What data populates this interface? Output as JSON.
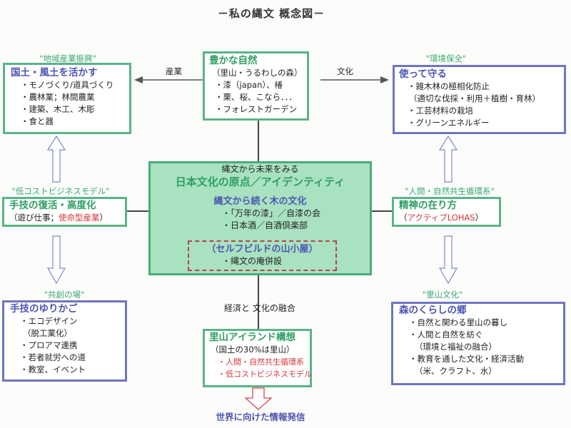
{
  "title": "－私の縄文 概念図－",
  "top_left": {
    "label": "\"地域産業振興\"",
    "heading": "国土・風土を活かす",
    "items": [
      "・モノづくり/道具づくり",
      "・農林業；林間農業",
      "・建築、木工、木彫",
      "・食と器"
    ]
  },
  "top_center": {
    "heading": "豊かな自然",
    "items": [
      "（里山・うるわしの森）",
      "・漆（japan）、椿",
      "・栗、桜、こなら．．．",
      "・フォレストガーデン"
    ]
  },
  "top_right": {
    "label": "\"環境保全\"",
    "heading": "使って守る",
    "items": [
      "・雑木林の極相化防止",
      "（適切な伐採・利用＋植樹・育林）",
      "・工芸材料の栽培",
      "・グリーンエネルギー"
    ]
  },
  "arrows": {
    "left_label": "産業",
    "right_label": "文化",
    "bottom_label": "経済と 文化の融合"
  },
  "mid_left": {
    "label": "\"低コストビジネスモデル\"",
    "heading": "手技の復活・高度化",
    "detail_prefix": "（遊び仕事；",
    "detail_red": "使命型産業",
    "detail_suffix": "）"
  },
  "center": {
    "subtitle": "縄文から未来をみる",
    "heading": "日本文化の原点／アイデンティティ",
    "section_heading": "縄文から続く木の文化",
    "items": [
      "・「万年の漆」／自漆の会",
      "・日本酒／自酒倶楽部"
    ],
    "dashed_heading": "（セルフビルドの山小屋）",
    "dashed_item": "・縄文の庵併設"
  },
  "mid_right": {
    "label": "\"人間・自然共生循環系\"",
    "heading": "精神の在り方",
    "detail_prefix": "（",
    "detail_red": "アクティブLOHAS",
    "detail_suffix": "）"
  },
  "bottom_left": {
    "label": "\"共創の場\"",
    "heading": "手技のゆりかご",
    "items": [
      "・エコデザイン",
      "（脱工業化）",
      "・プロアマ連携",
      "・若者就労への道",
      "・教室、イベント"
    ]
  },
  "bottom_center": {
    "heading": "里山アイランド構想",
    "subtitle": "（国土の30%は里山）",
    "items": [
      "・人間・自然共生循環系",
      "・低コストビジネスモデル"
    ],
    "footer": "世界に向けた情報発信"
  },
  "bottom_right": {
    "label": "\"里山文化\"",
    "heading": "森のくらしの郷",
    "items": [
      "・自然と関わる里山の暮し",
      "・人間と自然を紡ぐ",
      "（環境と福祉の融合）",
      "・教育を通した文化・経済活動",
      "（米、クラフト、水）"
    ]
  },
  "colors": {
    "green": "#59b487",
    "blue": "#6f74c2",
    "red": "#d8353a",
    "center_fill": "#a9e2c1"
  }
}
